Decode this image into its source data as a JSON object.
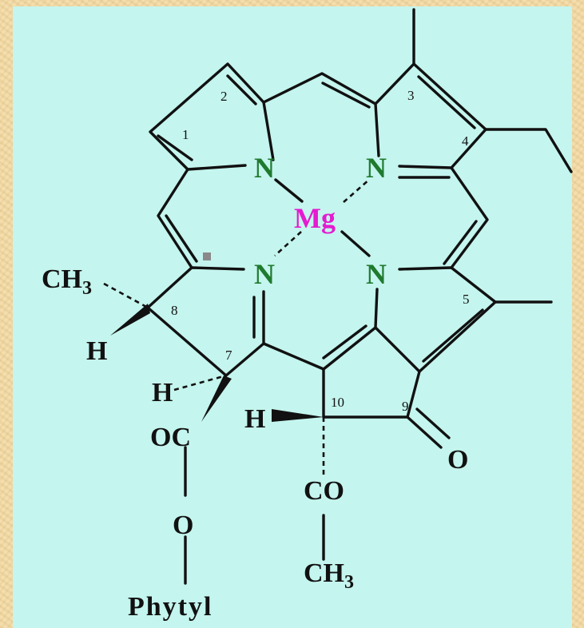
{
  "atoms": {
    "mg": "Mg",
    "n": "N"
  },
  "labels": {
    "ch3_top": "CH",
    "ch3_top_sub": "3",
    "h_left": "H",
    "h_mid": "H",
    "h_c10": "H",
    "oc": "OC",
    "o_chain": "O",
    "phytyl": "Phytyl",
    "ketone_o": "O",
    "co": "CO",
    "ch3_bottom": "CH",
    "ch3_bottom_sub": "3"
  },
  "positions": [
    "1",
    "2",
    "3",
    "4",
    "5",
    "7",
    "8",
    "9",
    "10"
  ],
  "colors": {
    "nitrogen": "#1f7a2e",
    "magnesium": "#e41bd0",
    "panel": "#c4f5ee",
    "frame": "#f2dba9"
  }
}
